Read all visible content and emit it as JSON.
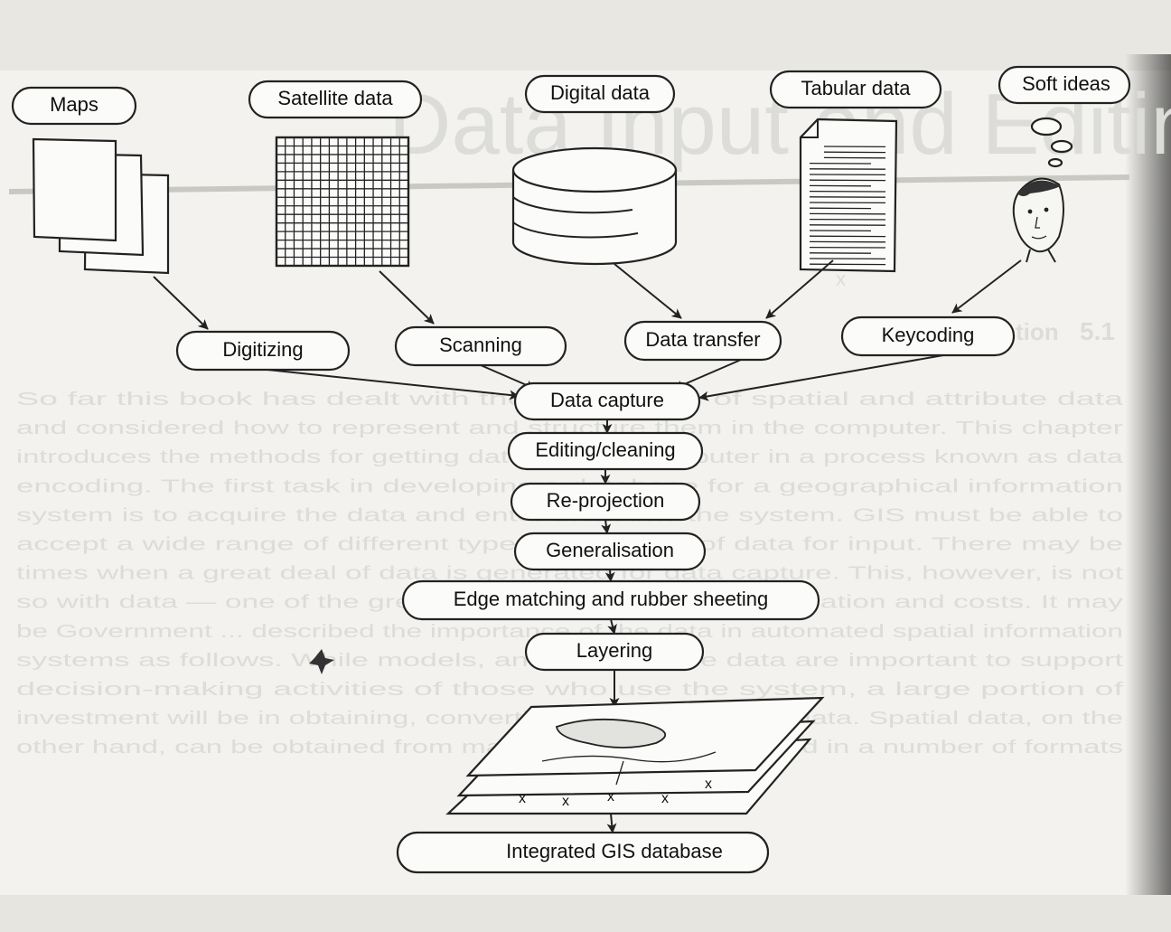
{
  "background_text": {
    "heading": "Data Input and Editing",
    "section_marker": "5.1",
    "section_title": "Introduction",
    "side_marker": "x",
    "body_lines": [
      "So far this book has dealt with the importance of spatial and attribute data",
      "and considered how to represent and structure them in the computer. This chapter",
      "introduces the methods for getting data into the computer in a process known as data",
      "encoding. The first task in developing a database for a geographical information",
      "system is to acquire the data and enter them into the system. GIS must be able to",
      "accept a wide range of different types and quality of data for input. There may be",
      "times when a great deal of data is generated for data capture. This, however, is not",
      "so with data — one of the greatest problems relating to operation and costs. It may",
      "be Government ... described the importance of the data in automated spatial information",
      "systems as follows. While models, analysis and the data are important to support",
      "decision-making activities of those who use the system, a large portion of",
      "investment will be in obtaining, converting, and storing new data. Spatial data, on the",
      "other hand, can be obtained from many different sources and in a number of formats"
    ]
  },
  "diagram": {
    "sources": [
      {
        "id": "maps",
        "label": "Maps",
        "icon": "stacked-pages-icon"
      },
      {
        "id": "satellite",
        "label": "Satellite data",
        "icon": "raster-grid-icon"
      },
      {
        "id": "digital",
        "label": "Digital data",
        "icon": "database-cylinder-icon"
      },
      {
        "id": "tabular",
        "label": "Tabular data",
        "icon": "text-document-icon"
      },
      {
        "id": "soft",
        "label": "Soft ideas",
        "icon": "thinking-person-icon"
      }
    ],
    "methods": [
      {
        "id": "digitizing",
        "label": "Digitizing"
      },
      {
        "id": "scanning",
        "label": "Scanning"
      },
      {
        "id": "transfer",
        "label": "Data  transfer"
      },
      {
        "id": "keycoding",
        "label": "Keycoding"
      }
    ],
    "pipeline": [
      {
        "id": "capture",
        "label": "Data capture"
      },
      {
        "id": "editing",
        "label": "Editing/cleaning"
      },
      {
        "id": "reprojection",
        "label": "Re-projection"
      },
      {
        "id": "generalisation",
        "label": "Generalisation"
      },
      {
        "id": "edge",
        "label": "Edge matching and rubber sheeting"
      },
      {
        "id": "layering",
        "label": "Layering"
      }
    ],
    "layers_marker": "x",
    "output": {
      "id": "database",
      "label": "Integrated GIS database"
    }
  }
}
